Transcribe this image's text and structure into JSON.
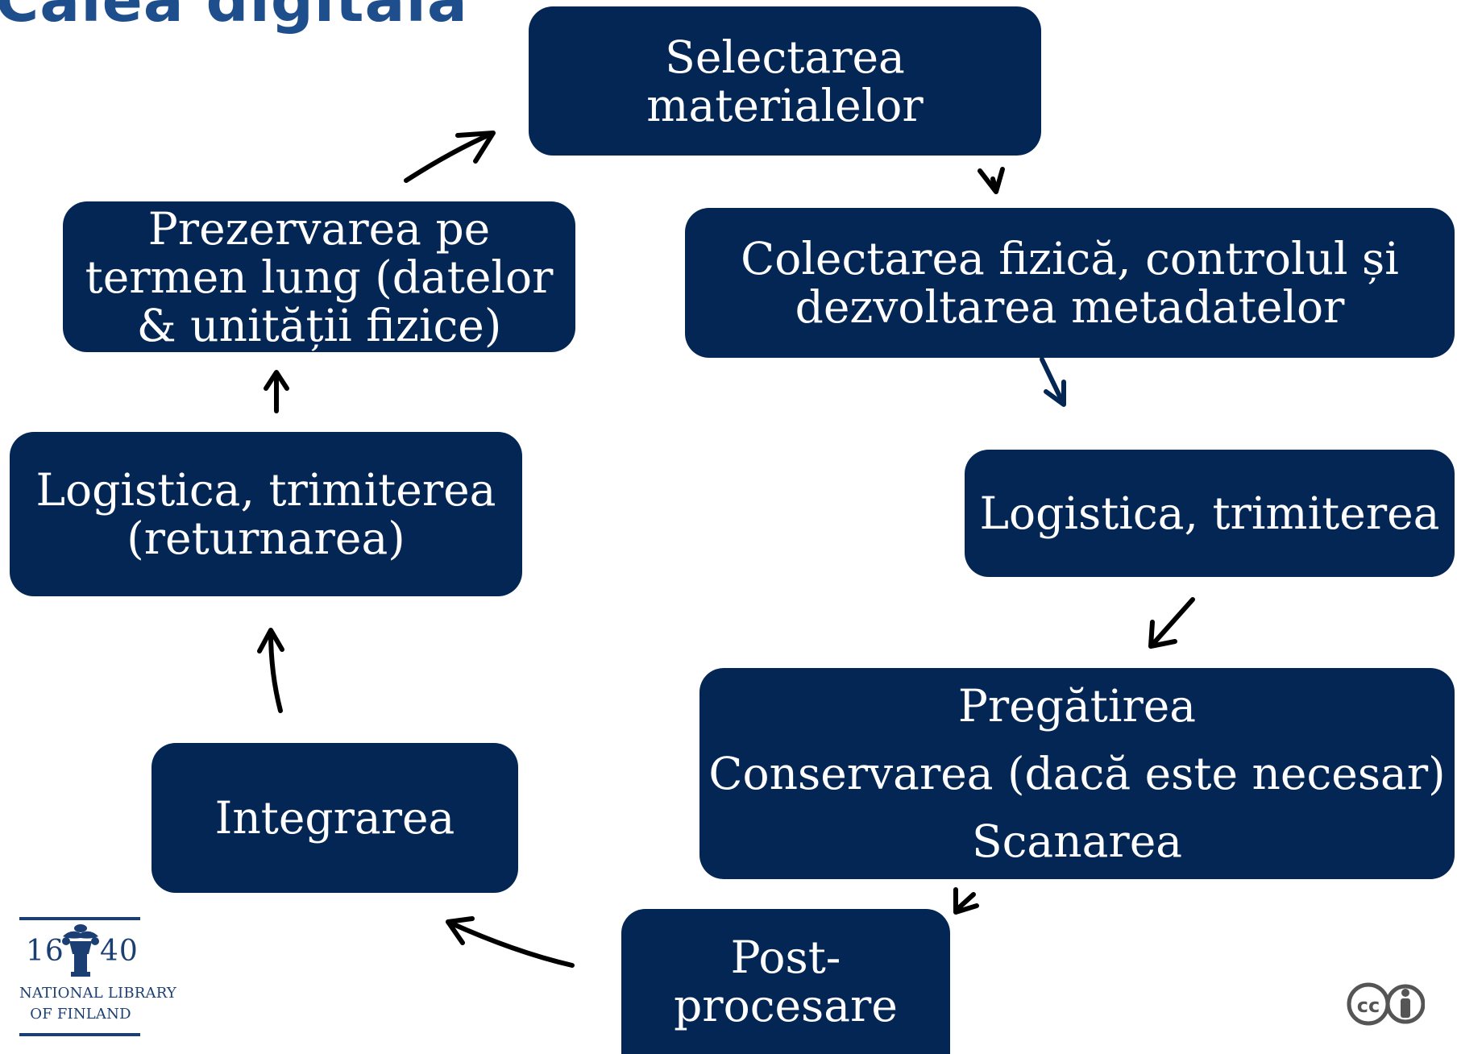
{
  "title": "Calea digitală",
  "steps": {
    "selectare": [
      "Selectarea",
      "materialelor"
    ],
    "colectare": [
      "Colectarea fizică, controlul și",
      "dezvoltarea metadatelor"
    ],
    "logistica_trimitere": [
      "Logistica, trimiterea"
    ],
    "pregatire": [
      "Pregătirea",
      "Conservarea (dacă este necesar)",
      "Scanarea"
    ],
    "post_procesare": [
      "Post-",
      "procesare"
    ],
    "integrare": [
      "Integrarea"
    ],
    "logistica_returnare": [
      "Logistica, trimiterea",
      "(returnarea)"
    ],
    "prezervare": [
      "Prezervarea pe",
      "termen lung  (datelor",
      "& unității fizice)"
    ]
  },
  "logo": {
    "year_left": "16",
    "year_right": "40",
    "line1": "NATIONAL LIBRARY",
    "line2": "OF FINLAND"
  },
  "license": {
    "cc_text": "cc",
    "icon": "creative-commons-attribution-icon"
  },
  "colors": {
    "box": "#032654",
    "box_text": "#ffffff",
    "title": "#1f4e8c",
    "arrow_dark": "#000000",
    "arrow_blue": "#032654"
  }
}
